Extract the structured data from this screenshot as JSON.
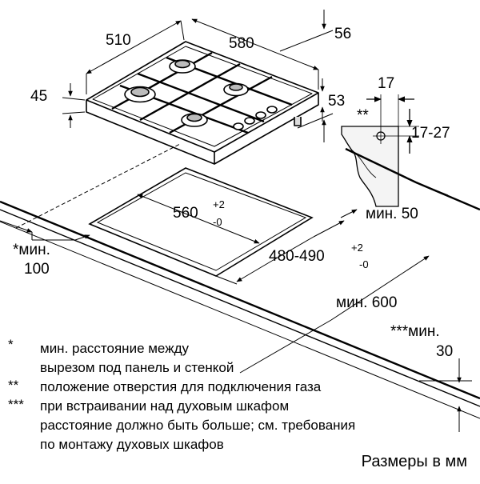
{
  "dims": {
    "w510": "510",
    "w580": "580",
    "h56": "56",
    "h45": "45",
    "h53": "53",
    "w17": "17",
    "h1727": "17-27",
    "cut560": "560",
    "cut560_tol_plus": "+2",
    "cut560_tol_minus": "-0",
    "cut480": "480-490",
    "cut480_tol_plus": "+2",
    "cut480_tol_minus": "-0",
    "min50": "мин. 50",
    "min100_a": "*мин.",
    "min100_b": "100",
    "min600": "мин. 600",
    "min30_a": "***мин.",
    "min30_b": "30",
    "gas_mark": "**"
  },
  "notes": [
    {
      "symbol": "*",
      "lines": [
        "мин. расстояние между",
        "вырезом под панель и стенкой"
      ]
    },
    {
      "symbol": "**",
      "lines": [
        "положение отверстия для подключения газа"
      ]
    },
    {
      "symbol": "***",
      "lines": [
        "при встраивании над духовым шкафом",
        "расстояние должно быть больше; см. требования",
        "по монтажу духовых шкафов"
      ]
    }
  ],
  "units_label": "Размеры в мм"
}
